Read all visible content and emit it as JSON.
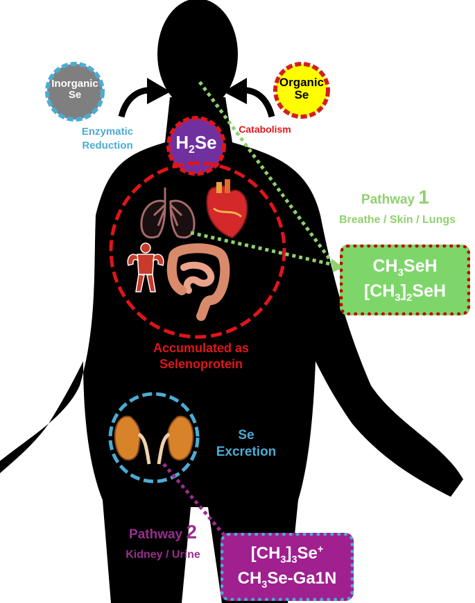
{
  "sources": {
    "inorganic": {
      "line1": "Inorganic",
      "line2": "Se",
      "color": "#7f7f7f",
      "ring": "#4bacd4"
    },
    "organic": {
      "line1": "Organic",
      "line2": "Se",
      "color": "#ffff00",
      "ring": "#d41e1e"
    }
  },
  "process_labels": {
    "enzymatic_1": "Enzymatic",
    "enzymatic_2": "Reduction",
    "catabolism": "Catabolism"
  },
  "h2se": {
    "base": "H",
    "sub": "2",
    "rest": "Se",
    "color": "#7030a0"
  },
  "accumulated": {
    "line1": "Accumulated as",
    "line2": "Selenoprotein"
  },
  "excretion": {
    "line1": "Se",
    "line2": "Excretion"
  },
  "pathway1": {
    "word": "Pathway ",
    "num": "1",
    "route": "Breathe / Skin / Lungs",
    "color": "#8fd16e",
    "box": {
      "l1a": "CH",
      "l1sub": "3",
      "l1b": "SeH",
      "l2a": "[CH",
      "l2sub": "3",
      "l2b": "]",
      "l2sub2": "2",
      "l2c": "SeH",
      "fill": "#7ed66a",
      "border": "#c00000"
    }
  },
  "pathway2": {
    "word": "Pathway ",
    "num": "2",
    "route": "Kidney / Urine",
    "color": "#9b2d8f",
    "box": {
      "l1a": "[CH",
      "l1sub": "3",
      "l1b": "]",
      "l1sub2": "3",
      "l1c": "Se",
      "l1sup": "+",
      "l2a": "CH",
      "l2sub": "3",
      "l2b": "Se-Ga1N",
      "fill": "#a0208f",
      "border": "#4bacd4"
    }
  },
  "colors": {
    "red": "#e0151a",
    "blue": "#4bacd4",
    "green": "#8fd16e",
    "purple": "#9b2d8f"
  }
}
